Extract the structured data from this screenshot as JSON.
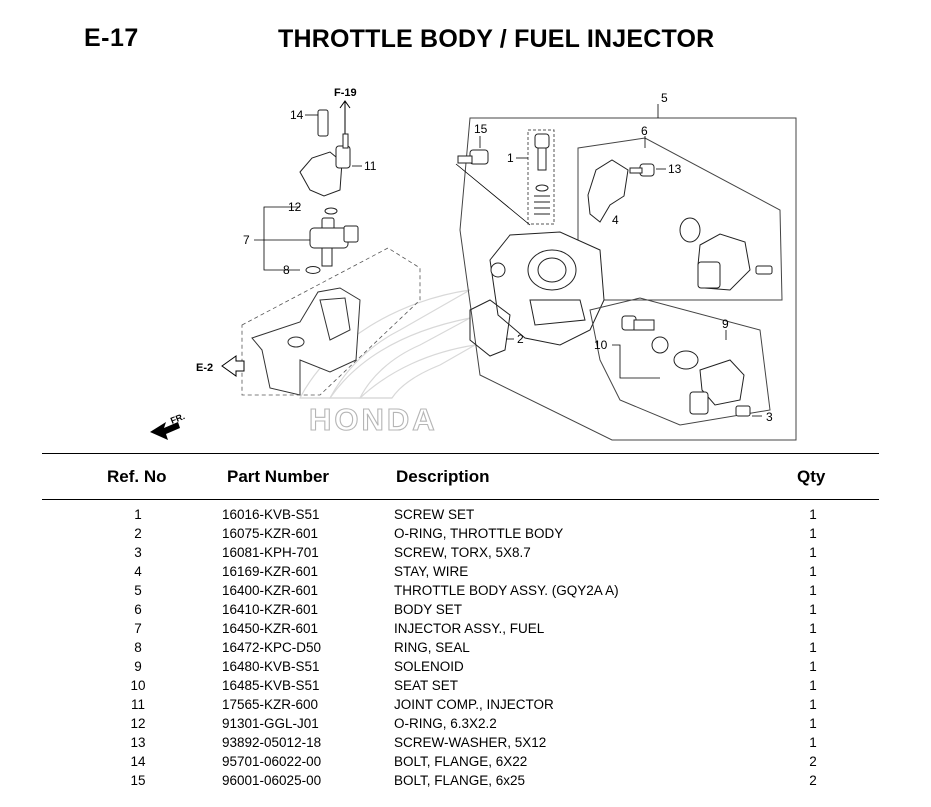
{
  "page": {
    "code": "E-17",
    "title": "THROTTLE BODY / FUEL INJECTOR"
  },
  "diagram": {
    "ref_f19": "F-19",
    "ref_e2": "E-2",
    "fr_label": "FR.",
    "watermark": "HONDA",
    "callouts": [
      "1",
      "2",
      "3",
      "4",
      "5",
      "6",
      "7",
      "8",
      "9",
      "10",
      "11",
      "12",
      "13",
      "14",
      "15"
    ]
  },
  "table": {
    "headers": {
      "ref": "Ref. No",
      "part": "Part Number",
      "desc": "Description",
      "qty": "Qty"
    },
    "rows": [
      {
        "ref": "1",
        "part": "16016-KVB-S51",
        "desc": "SCREW SET",
        "qty": "1"
      },
      {
        "ref": "2",
        "part": "16075-KZR-601",
        "desc": "O-RING, THROTTLE BODY",
        "qty": "1"
      },
      {
        "ref": "3",
        "part": "16081-KPH-701",
        "desc": "SCREW, TORX, 5X8.7",
        "qty": "1"
      },
      {
        "ref": "4",
        "part": "16169-KZR-601",
        "desc": "STAY, WIRE",
        "qty": "1"
      },
      {
        "ref": "5",
        "part": "16400-KZR-601",
        "desc": "THROTTLE BODY ASSY. (GQY2A A)",
        "qty": "1"
      },
      {
        "ref": "6",
        "part": "16410-KZR-601",
        "desc": "BODY SET",
        "qty": "1"
      },
      {
        "ref": "7",
        "part": "16450-KZR-601",
        "desc": "INJECTOR ASSY., FUEL",
        "qty": "1"
      },
      {
        "ref": "8",
        "part": "16472-KPC-D50",
        "desc": "RING, SEAL",
        "qty": "1"
      },
      {
        "ref": "9",
        "part": "16480-KVB-S51",
        "desc": "SOLENOID",
        "qty": "1"
      },
      {
        "ref": "10",
        "part": "16485-KVB-S51",
        "desc": "SEAT SET",
        "qty": "1"
      },
      {
        "ref": "11",
        "part": "17565-KZR-600",
        "desc": "JOINT COMP., INJECTOR",
        "qty": "1"
      },
      {
        "ref": "12",
        "part": "91301-GGL-J01",
        "desc": "O-RING, 6.3X2.2",
        "qty": "1"
      },
      {
        "ref": "13",
        "part": "93892-05012-18",
        "desc": "SCREW-WASHER, 5X12",
        "qty": "1"
      },
      {
        "ref": "14",
        "part": "95701-06022-00",
        "desc": "BOLT, FLANGE, 6X22",
        "qty": "2"
      },
      {
        "ref": "15",
        "part": "96001-06025-00",
        "desc": "BOLT, FLANGE, 6x25",
        "qty": "2"
      }
    ]
  }
}
